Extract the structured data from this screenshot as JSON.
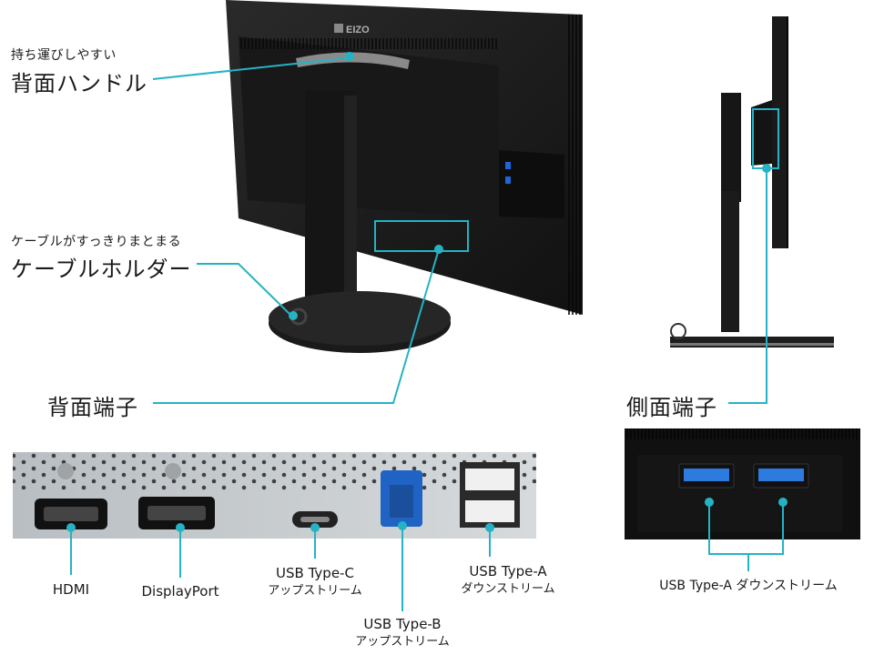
{
  "colors": {
    "accent": "#25b3c4",
    "monitor": "#1c1c1c",
    "panel": "#c7cbce"
  },
  "brand": "EIZO",
  "labels": {
    "handle_caption": "持ち運びしやすい",
    "handle_title": "背面ハンドル",
    "cable_caption": "ケーブルがすっきりまとまる",
    "cable_title": "ケーブルホルダー",
    "rear_ports_title": "背面端子",
    "side_ports_title": "側面端子"
  },
  "rear_ports": [
    {
      "name": "HDMI",
      "sub": ""
    },
    {
      "name": "DisplayPort",
      "sub": ""
    },
    {
      "name": "USB Type-C",
      "sub": "アップストリーム"
    },
    {
      "name": "USB Type-B",
      "sub": "アップストリーム"
    },
    {
      "name": "USB Type-A",
      "sub": "ダウンストリーム"
    }
  ],
  "side_ports_label": "USB Type-A ダウンストリーム"
}
